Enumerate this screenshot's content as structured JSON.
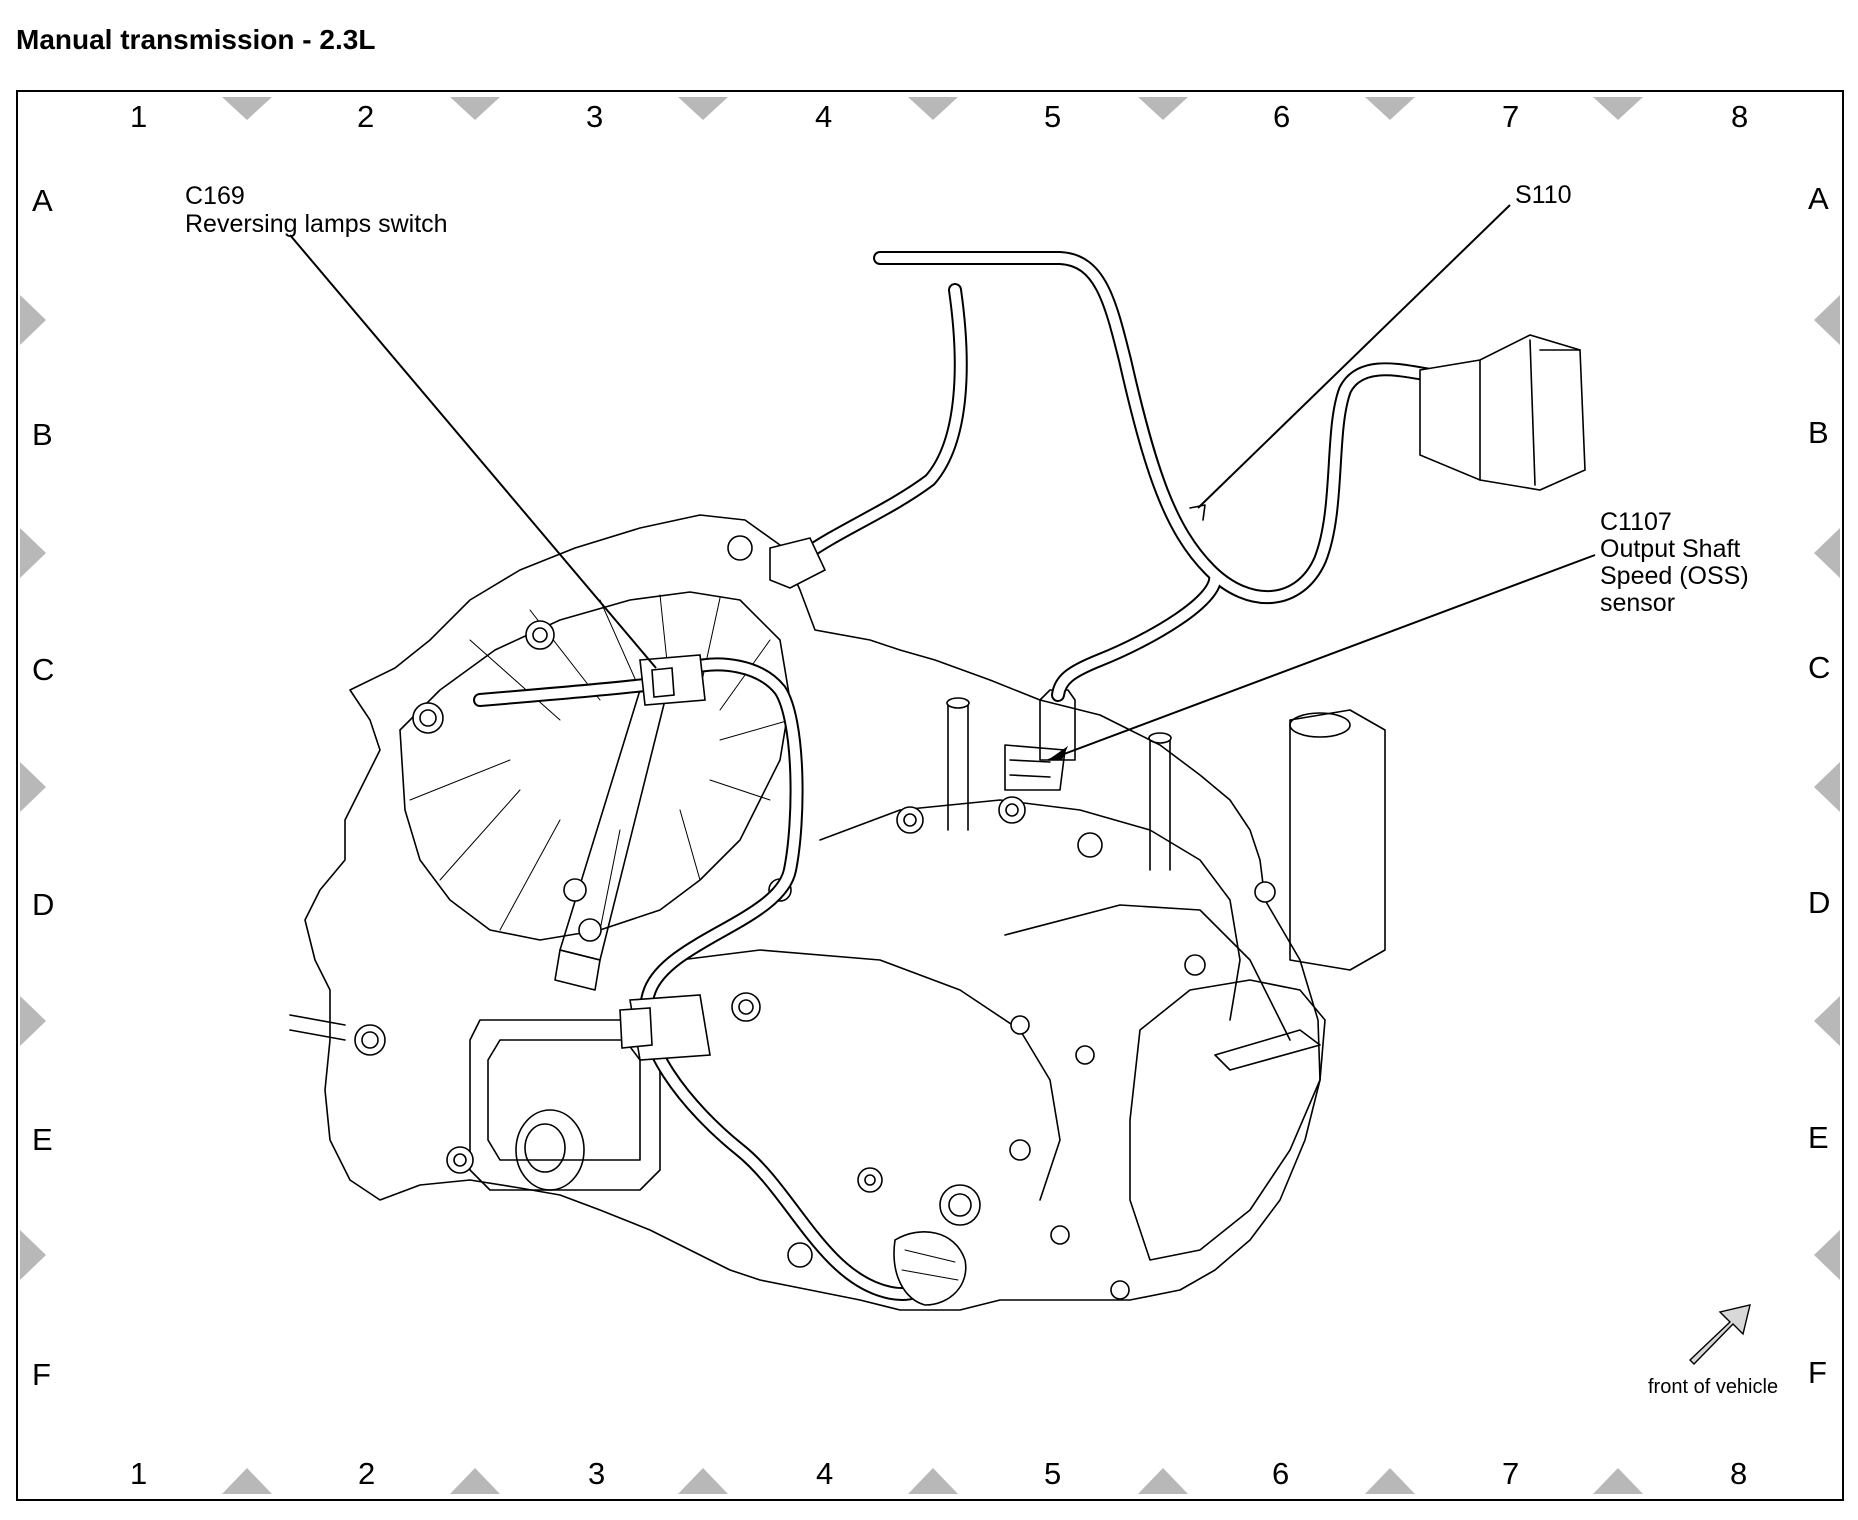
{
  "title": "Manual transmission - 2.3L",
  "grid": {
    "columns": [
      "1",
      "2",
      "3",
      "4",
      "5",
      "6",
      "7",
      "8"
    ],
    "rows": [
      "A",
      "B",
      "C",
      "D",
      "E",
      "F"
    ]
  },
  "callouts": {
    "c169_id": "C169",
    "c169_desc": "Reversing lamps switch",
    "s110_id": "S110",
    "c1107_id": "C1107",
    "c1107_line1": "Output Shaft",
    "c1107_line2": "Speed (OSS)",
    "c1107_line3": "sensor"
  },
  "orientation_label": "front of vehicle"
}
